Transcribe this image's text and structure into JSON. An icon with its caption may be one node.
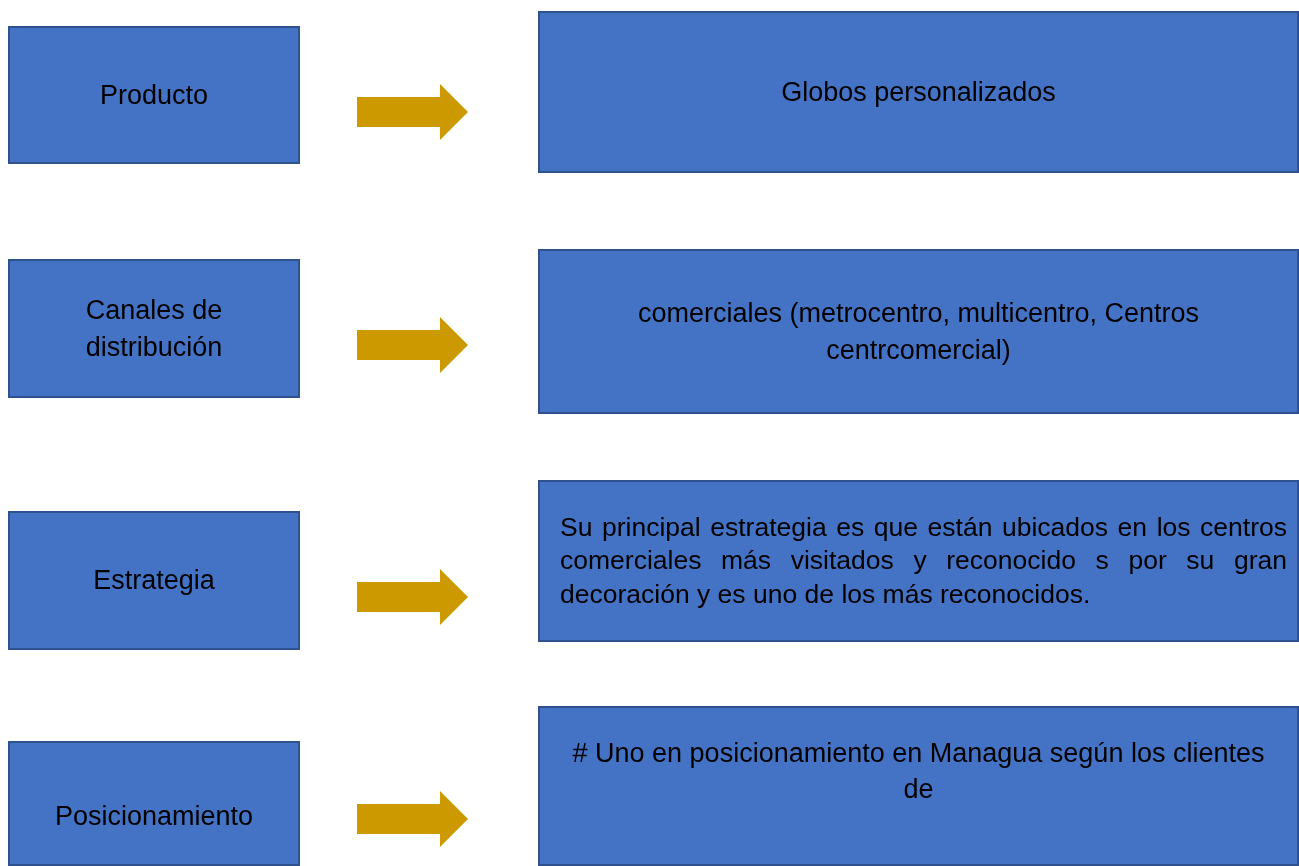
{
  "diagram": {
    "nodes": [
      {
        "text": [
          "Producto"
        ]
      },
      {
        "text": [
          "Globos personalizados"
        ]
      },
      {
        "text": [
          "Canales de distribución"
        ]
      },
      {
        "text": [
          "comerciales (metrocentro, multicentro, Centros centrcomercial)"
        ]
      },
      {
        "text": [
          "Estrategia"
        ]
      },
      {
        "text": [
          "Su principal estrategia es  que están ubicados en los centros comerciales más visitados y reconocido s por su gran decoración y es uno de los más reconocidos."
        ]
      },
      {
        "text": [
          "Posicionamiento"
        ]
      },
      {
        "text": [
          "# Uno en posicionamiento  en Managua según los clientes  de"
        ]
      }
    ],
    "edges": [
      {
        "from": 0,
        "to": 1,
        "arrow": "to"
      },
      {
        "from": 2,
        "to": 3,
        "arrow": "to"
      },
      {
        "from": 4,
        "to": 5,
        "arrow": "to"
      },
      {
        "from": 6,
        "to": 7,
        "arrow": "to"
      }
    ]
  }
}
